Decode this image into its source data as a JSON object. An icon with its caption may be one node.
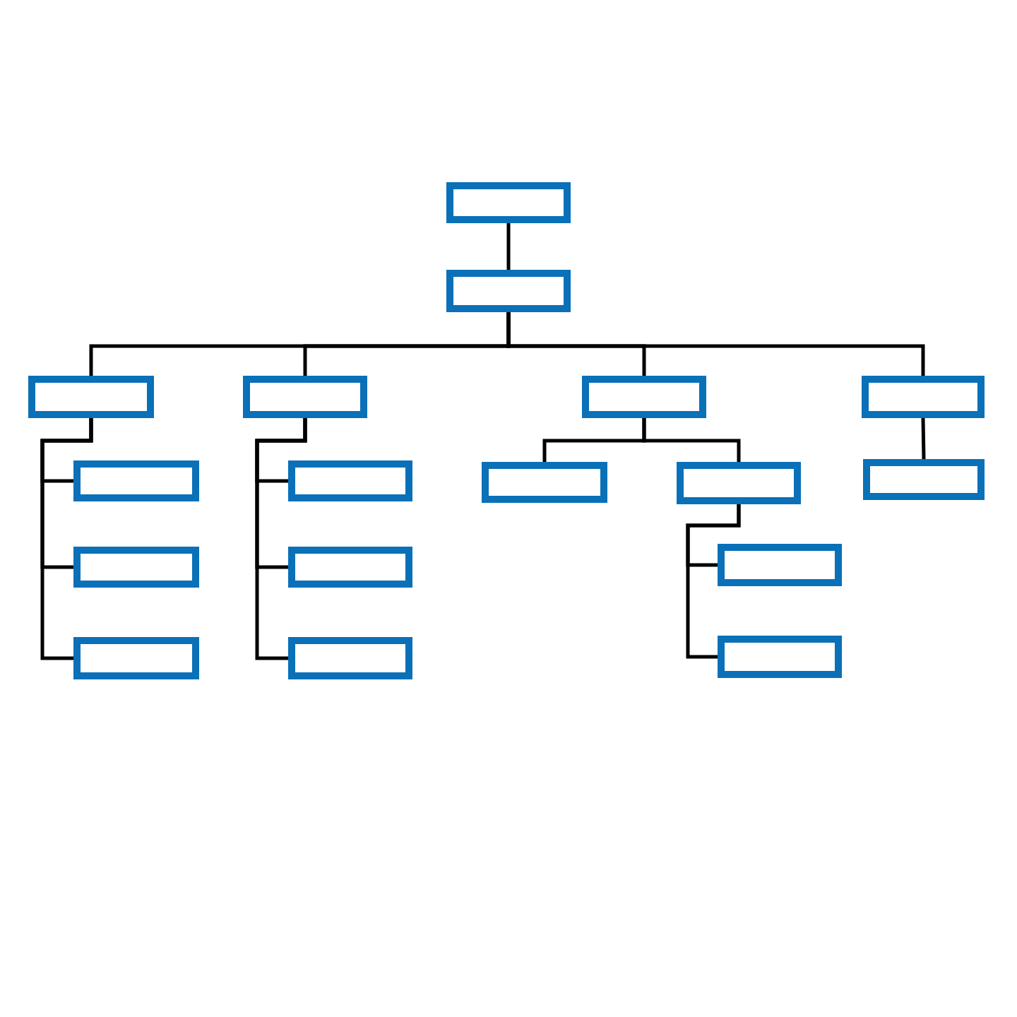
{
  "diagram": {
    "nodes": [
      {
        "text": [],
        "shape": "box"
      },
      {
        "text": [],
        "shape": "box"
      },
      {
        "text": [],
        "shape": "box"
      },
      {
        "text": [],
        "shape": "box"
      },
      {
        "text": [],
        "shape": "box"
      },
      {
        "text": [],
        "shape": "box"
      },
      {
        "text": [],
        "shape": "box"
      },
      {
        "text": [],
        "shape": "box"
      },
      {
        "text": [],
        "shape": "box"
      },
      {
        "text": [],
        "shape": "box"
      },
      {
        "text": [],
        "shape": "box"
      },
      {
        "text": [],
        "shape": "box"
      },
      {
        "text": [],
        "shape": "box"
      },
      {
        "text": [],
        "shape": "box"
      },
      {
        "text": [],
        "shape": "box"
      },
      {
        "text": [],
        "shape": "box"
      },
      {
        "text": [],
        "shape": "box"
      }
    ],
    "edges": [
      {
        "from": 0,
        "to": 1,
        "arrow": "none"
      },
      {
        "from": 1,
        "to": 2,
        "arrow": "none"
      },
      {
        "from": 1,
        "to": 3,
        "arrow": "none"
      },
      {
        "from": 1,
        "to": 4,
        "arrow": "none"
      },
      {
        "from": 1,
        "to": 5,
        "arrow": "none"
      },
      {
        "from": 2,
        "to": 6,
        "arrow": "none"
      },
      {
        "from": 2,
        "to": 11,
        "arrow": "none"
      },
      {
        "from": 2,
        "to": 14,
        "arrow": "none"
      },
      {
        "from": 3,
        "to": 7,
        "arrow": "none"
      },
      {
        "from": 3,
        "to": 12,
        "arrow": "none"
      },
      {
        "from": 3,
        "to": 15,
        "arrow": "none"
      },
      {
        "from": 4,
        "to": 8,
        "arrow": "none"
      },
      {
        "from": 4,
        "to": 9,
        "arrow": "none"
      },
      {
        "from": 5,
        "to": 10,
        "arrow": "none"
      },
      {
        "from": 9,
        "to": 13,
        "arrow": "none"
      },
      {
        "from": 9,
        "to": 16,
        "arrow": "none"
      }
    ]
  }
}
